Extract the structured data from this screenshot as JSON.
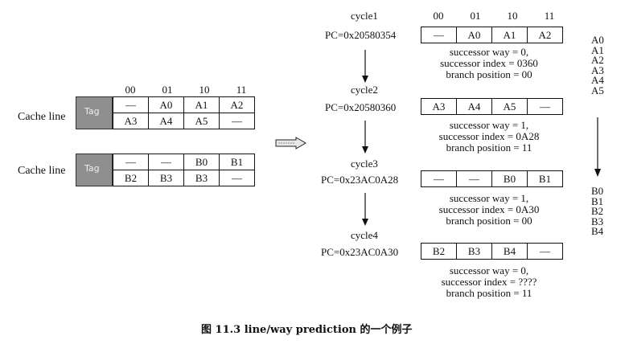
{
  "column_headers": [
    "00",
    "01",
    "10",
    "11"
  ],
  "left": {
    "cache_line_label": "Cache line",
    "tag_label": "Tag",
    "line1": [
      [
        "—",
        "A0",
        "A1",
        "A2"
      ],
      [
        "A3",
        "A4",
        "A5",
        "—"
      ]
    ],
    "line2": [
      [
        "—",
        "—",
        "B0",
        "B1"
      ],
      [
        "B2",
        "B3",
        "B3",
        "—"
      ]
    ]
  },
  "cycles": [
    {
      "title": "cycle1",
      "pc": "PC=0x20580354",
      "cells": [
        "—",
        "A0",
        "A1",
        "A2"
      ],
      "pred": [
        "successor way = 0,",
        "successor index = 0360",
        "branch position = 00"
      ]
    },
    {
      "title": "cycle2",
      "pc": "PC=0x20580360",
      "cells": [
        "A3",
        "A4",
        "A5",
        "—"
      ],
      "pred": [
        "successor way = 1,",
        "successor index = 0A28",
        "branch position = 11"
      ]
    },
    {
      "title": "cycle3",
      "pc": "PC=0x23AC0A28",
      "cells": [
        "—",
        "—",
        "B0",
        "B1"
      ],
      "pred": [
        "successor way = 1,",
        "successor index = 0A30",
        "branch position = 00"
      ]
    },
    {
      "title": "cycle4",
      "pc": "PC=0x23AC0A30",
      "cells": [
        "B2",
        "B3",
        "B4",
        "—"
      ],
      "pred": [
        "successor way = 0,",
        "successor index = ????",
        "branch position = 11"
      ]
    }
  ],
  "side_a": [
    "A0",
    "A1",
    "A2",
    "A3",
    "A4",
    "A5"
  ],
  "side_b": [
    "B0",
    "B1",
    "B2",
    "B3",
    "B4"
  ],
  "caption": "图 11.3   line/way prediction 的一个例子"
}
